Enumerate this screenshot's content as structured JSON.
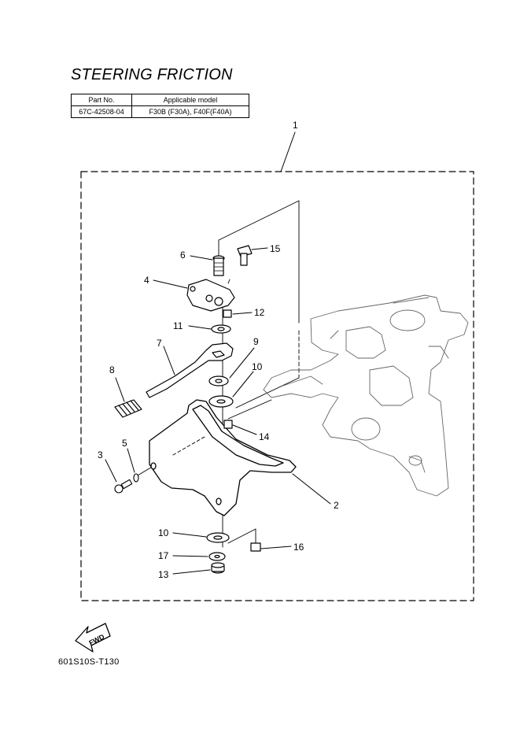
{
  "page": {
    "title": "STEERING FRICTION",
    "figure_code": "601S10S-T130"
  },
  "model_table": {
    "headers": [
      "Part No.",
      "Applicable model"
    ],
    "rows": [
      [
        "67C-42508-04",
        "F30B (F30A), F40F(F40A)"
      ]
    ]
  },
  "callouts": {
    "c1": "1",
    "c2": "2",
    "c3": "3",
    "c4": "4",
    "c5": "5",
    "c6": "6",
    "c7": "7",
    "c8": "8",
    "c9": "9",
    "c10a": "10",
    "c10b": "10",
    "c11": "11",
    "c12": "12",
    "c13": "13",
    "c14": "14",
    "c15": "15",
    "c16": "16",
    "c17": "17"
  },
  "fwd_arrow": {
    "label": "FWD"
  },
  "colors": {
    "ink": "#000000",
    "paper": "#ffffff"
  }
}
